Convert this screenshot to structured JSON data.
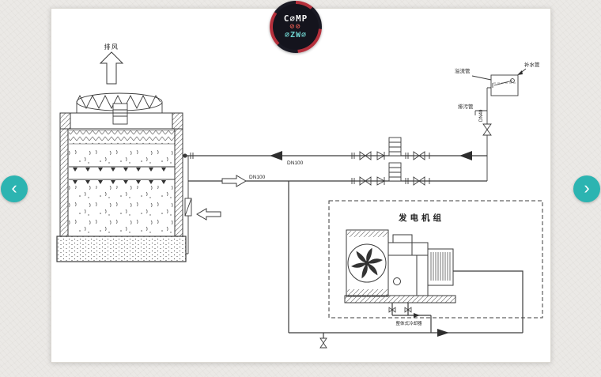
{
  "viewer": {
    "background": "#ebe9e6",
    "accent": "#2cb4b1",
    "nav": {
      "prev_symbol": "‹",
      "next_symbol": "›"
    },
    "logo": {
      "line1": "C∅MP",
      "line2": "⊘⊘",
      "line3": "∅ZW∅",
      "bg": "#14141d",
      "red": "#b5303c",
      "teal": "#6fd3cf"
    }
  },
  "diagram": {
    "line_color": "#3b3b3b",
    "labels": {
      "exhaust_air": "排风",
      "upper_pipe_dn": "DN100",
      "lower_pipe_dn": "DN100",
      "overflow_pipe": "溢流管",
      "makeup_pipe": "补水管",
      "blowdown_pipe": "排污管",
      "makeup_dn": "DN40",
      "generator_set": "发电机组",
      "cooler_note": "整体式冷却器"
    }
  }
}
